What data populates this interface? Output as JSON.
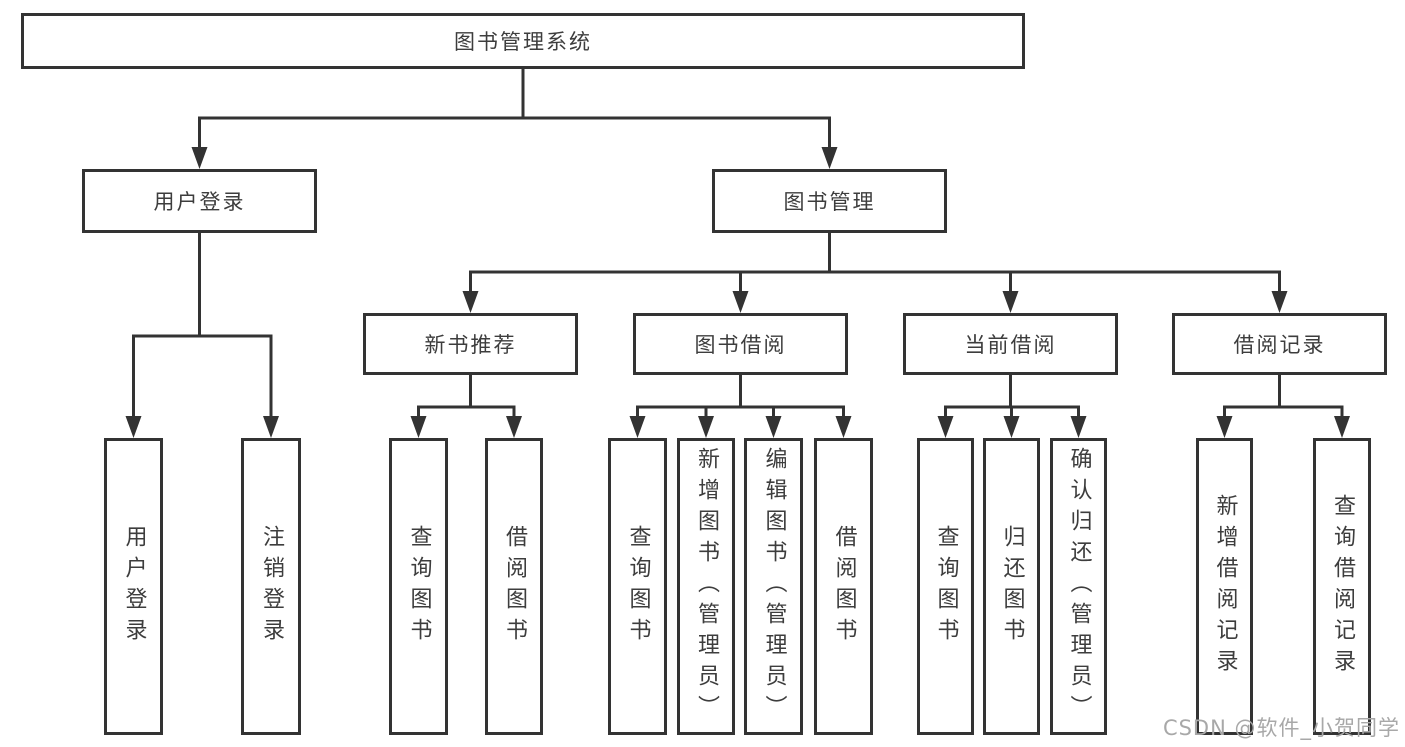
{
  "diagram": {
    "title": "图书管理系统",
    "level2": [
      {
        "label": "用户登录"
      },
      {
        "label": "图书管理"
      }
    ],
    "level3": [
      {
        "label": "新书推荐"
      },
      {
        "label": "图书借阅"
      },
      {
        "label": "当前借阅"
      },
      {
        "label": "借阅记录"
      }
    ],
    "leaves": {
      "user_login": [
        {
          "label": "用户登录"
        },
        {
          "label": "注销登录"
        }
      ],
      "new_book": [
        {
          "label": "查询图书"
        },
        {
          "label": "借阅图书"
        }
      ],
      "book_borrow": [
        {
          "label": "查询图书"
        },
        {
          "label": "新增图书（管理员）"
        },
        {
          "label": "编辑图书（管理员）"
        },
        {
          "label": "借阅图书"
        }
      ],
      "current_borrow": [
        {
          "label": "查询图书"
        },
        {
          "label": "归还图书"
        },
        {
          "label": "确认归还（管理员）"
        }
      ],
      "borrow_record": [
        {
          "label": "新增借阅记录"
        },
        {
          "label": "查询借阅记录"
        }
      ]
    },
    "watermark": "CSDN @软件_小贺同学",
    "colors": {
      "line": "#333333",
      "text": "#3d3d3d",
      "background": "#ffffff",
      "watermark": "#a8a8a8"
    }
  }
}
